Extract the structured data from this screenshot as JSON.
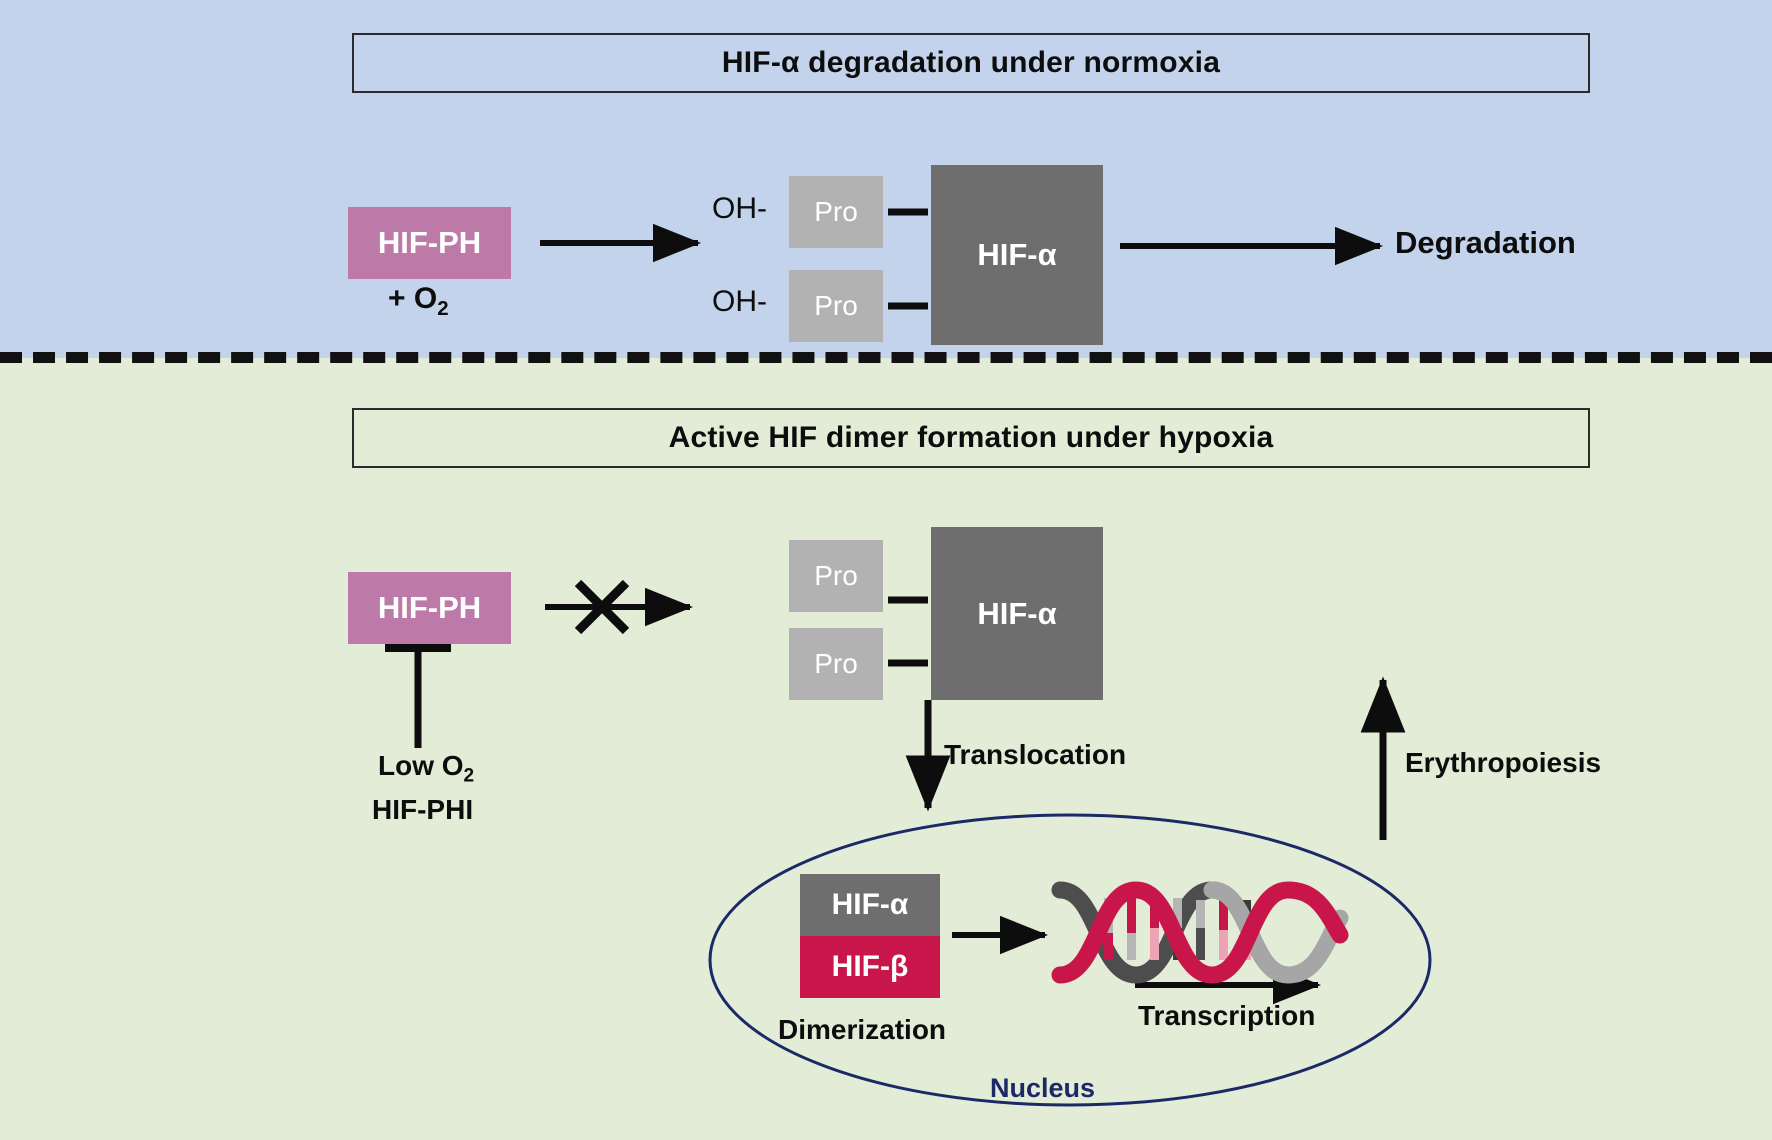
{
  "figure": {
    "title_normoxia": "HIF-α degradation under normoxia",
    "title_hypoxia": "Active HIF dimer formation under hypoxia"
  },
  "colors": {
    "panel_normoxia_bg": "#c3d3ec",
    "panel_hypoxia_bg": "#e3ecd6",
    "hif_ph_box": "#bd7aa8",
    "hif_alpha_box": "#6e6e6e",
    "hif_beta_box": "#c8154a",
    "pro_box": "#b2b2b2",
    "nucleus_outline": "#1b2a66",
    "dna_strand_red": "#c8154a",
    "dna_strand_dark": "#4d4d4d",
    "dna_strand_gray": "#a6a6a6",
    "divider": "#111111",
    "text": "#0d0d0d"
  },
  "normoxia": {
    "enzyme_label": "HIF-PH",
    "oxygen_label": "+ O",
    "oxygen_sub": "2",
    "hydroxyl_top": "OH-",
    "hydroxyl_bottom": "OH-",
    "pro_top": "Pro",
    "pro_bottom": "Pro",
    "hif_alpha": "HIF-α",
    "outcome": "Degradation"
  },
  "hypoxia": {
    "enzyme_label": "HIF-PH",
    "inhibitor_line1": "Low O",
    "inhibitor_line1_sub": "2",
    "inhibitor_line2": "HIF-PHI",
    "blocked_arrow_marker": "X",
    "pro_top": "Pro",
    "pro_bottom": "Pro",
    "hif_alpha": "HIF-α",
    "translocation": "Translocation",
    "erythropoiesis": "Erythropoiesis",
    "nucleus": "Nucleus",
    "dimer_alpha": "HIF-α",
    "dimer_beta": "HIF-β",
    "dimerization": "Dimerization",
    "transcription": "Transcription"
  }
}
